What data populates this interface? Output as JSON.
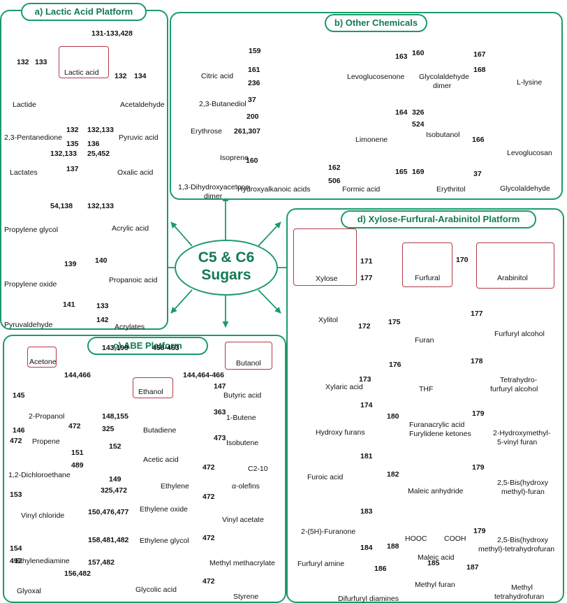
{
  "hub": {
    "line1": "C5 & C6",
    "line2": "Sugars"
  },
  "panels": {
    "a": "a) Lactic Acid Platform",
    "b": "b) Other Chemicals",
    "c": "c) ABE Platform",
    "d": "d) Xylose-Furfural-Arabinitol Platform"
  },
  "a": {
    "lactic_acid": "Lactic acid",
    "lactide": "Lactide",
    "acetaldehyde": "Acetaldehyde",
    "pentanedione": "2,3-Pentanedione",
    "pyruvic": "Pyruvic acid",
    "lactates": "Lactates",
    "oxalic": "Oxalic acid",
    "propylene_glycol": "Propylene glycol",
    "acrylic": "Acrylic acid",
    "propylene_oxide": "Propylene oxide",
    "propanoic": "Propanoic acid",
    "pyruvaldehyde": "Pyruvaldehyde",
    "acrylates": "Acrylates",
    "r131": "131-133,428",
    "r132a": "132",
    "r133a": "133",
    "r132b": "132",
    "r134": "134",
    "r132c": "132",
    "r132133a": "132,133",
    "r135": "135",
    "r136": "136",
    "r132133b": "132,133",
    "r25452": "25,452",
    "r137": "137",
    "r54138": "54,138",
    "r132133c": "132,133",
    "r139": "139",
    "r140": "140",
    "r141": "141",
    "r133b": "133",
    "r142": "142"
  },
  "b": {
    "citric": "Citric acid",
    "butanediol": "2,3-Butanediol",
    "erythrose": "Erythrose",
    "isoprene": "Isoprene",
    "dha": "1,3-Dihydroxyacetone",
    "dimer": "dimer",
    "hydroxyalk": "Hydroxyalkanoic acids",
    "levoglucosenone": "Levoglucosenone",
    "limonene": "Limonene",
    "formic": "Formic acid",
    "glycolaldehyde_dimer1": "Glycolaldehyde",
    "glycolaldehyde_dimer2": "dimer",
    "isobutanol": "Isobutanol",
    "erythritol": "Erythritol",
    "lysine": "L-lysine",
    "levoglucosan": "Levoglucosan",
    "glycolaldehyde": "Glycolaldehyde",
    "r159": "159",
    "r161": "161",
    "r236": "236",
    "r37a": "37",
    "r200": "200",
    "r261": "261,307",
    "r160a": "160",
    "r162": "162",
    "r506": "506",
    "r163": "163",
    "r160b": "160",
    "r164": "164",
    "r326": "326",
    "r524": "524",
    "r165": "165",
    "r169": "169",
    "r167": "167",
    "r168": "168",
    "r166": "166",
    "r37b": "37"
  },
  "c": {
    "acetone": "Acetone",
    "ethanol": "Ethanol",
    "butanol": "Butanol",
    "propanol": "2-Propanol",
    "propene": "Propene",
    "butadiene": "Butadiene",
    "acetic": "Acetic acid",
    "dichloroethane": "1,2-Dichloroethane",
    "ethylene": "Ethylene",
    "vinyl_chloride": "Vinyl chloride",
    "ethylene_oxide": "Ethylene oxide",
    "ethylenediamine": "Ethylenediamine",
    "ethylene_glycol": "Ethylene glycol",
    "glyoxal": "Glyoxal",
    "glycolic": "Glycolic acid",
    "butyric": "Butyric acid",
    "butene": "1-Butene",
    "isobutene": "Isobutene",
    "olefins": "α-olefins",
    "vinyl_acetate": "Vinyl acetate",
    "methyl_methacrylate": "Methyl methacrylate",
    "styrene": "Styrene",
    "c210": "C2-10",
    "r143": "143,199",
    "r458": "458-463",
    "r144a": "144,466",
    "r144b": "144,464-466",
    "r145": "145",
    "r146": "146",
    "r472a": "472",
    "r472b": "472",
    "r151": "151",
    "r489": "489",
    "r148": "148,155",
    "r325": "325",
    "r152": "152",
    "r149": "149",
    "r325472": "325,472",
    "r153": "153",
    "r150": "150,476,477",
    "r154": "154",
    "r492": "492",
    "r158": "158,481,482",
    "r157": "157,482",
    "r156": "156,482",
    "r147": "147",
    "r363": "363",
    "r473": "473",
    "r472c": "472",
    "r472d": "472",
    "r472e": "472",
    "r472f": "472"
  },
  "d": {
    "xylose": "Xylose",
    "furfural": "Furfural",
    "arabinitol": "Arabinitol",
    "xylitol": "Xylitol",
    "furan": "Furan",
    "thf": "THF",
    "xylaric": "Xylaric acid",
    "hydroxy_furans": "Hydroxy furans",
    "furanacrylic1": "Furanacrylic acid",
    "furanacrylic2": "Furylidene ketones",
    "furfuryl_alcohol": "Furfuryl alcohol",
    "thfa1": "Tetrahydro-",
    "thfa2": "furfuryl alcohol",
    "hmvf1": "2-Hydroxymethyl-",
    "hmvf2": "5-vinyl furan",
    "furoic": "Furoic acid",
    "maleic_anhydride": "Maleic anhydride",
    "bhmf1": "2,5-Bis(hydroxy",
    "bhmf2": "methyl)-furan",
    "furanone": "2-(5H)-Furanone",
    "maleic": "Maleic acid",
    "bhmthf1": "2,5-Bis(hydroxy",
    "bhmthf2": "methyl)-tetrahydrofuran",
    "furfuryl_amine": "Furfuryl amine",
    "difurfuryl": "Difurfuryl diamines",
    "methyl_furan": "Methyl furan",
    "mthf1": "Methyl",
    "mthf2": "tetrahydrofuran",
    "hooc1": "HOOC",
    "hooc2": "COOH",
    "r171": "171",
    "r177a": "177",
    "r170": "170",
    "r172": "172",
    "r175": "175",
    "r176": "176",
    "r173": "173",
    "r174": "174",
    "r180": "180",
    "r177b": "177",
    "r178": "178",
    "r179a": "179",
    "r181": "181",
    "r182": "182",
    "r179b": "179",
    "r183": "183",
    "r184": "184",
    "r188": "188",
    "r179c": "179",
    "r186": "186",
    "r185": "185",
    "r187": "187"
  }
}
